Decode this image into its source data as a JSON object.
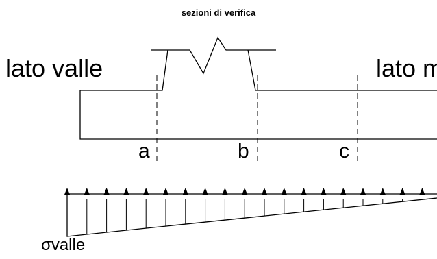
{
  "title": "sezioni di verifica",
  "labels": {
    "lato_valle": "lato valle",
    "lato_monte_cut": "lato m",
    "section_a": "a",
    "section_b": "b",
    "section_c": "c",
    "sigma_valle": "σvalle"
  },
  "colors": {
    "line": "#000000",
    "background": "#ffffff"
  },
  "pressure_arrows": {
    "count": 20
  }
}
